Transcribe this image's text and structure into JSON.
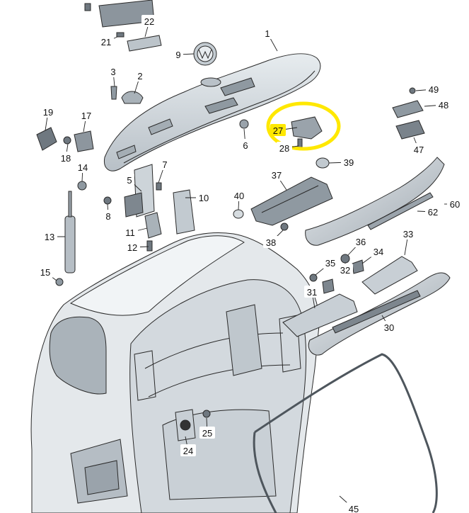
{
  "diagram": {
    "colors": {
      "background": "#ffffff",
      "part_fill": "#cfd6dc",
      "part_dark": "#7d868e",
      "outline": "#2a2a2a",
      "highlight": "#ffe800"
    },
    "highlighted_part": "27",
    "parts": [
      {
        "id": "p1",
        "label": "1"
      },
      {
        "id": "p2",
        "label": "2"
      },
      {
        "id": "p3",
        "label": "3"
      },
      {
        "id": "p5",
        "label": "5"
      },
      {
        "id": "p6",
        "label": "6"
      },
      {
        "id": "p7",
        "label": "7"
      },
      {
        "id": "p8",
        "label": "8"
      },
      {
        "id": "p9",
        "label": "9"
      },
      {
        "id": "p10",
        "label": "10"
      },
      {
        "id": "p11",
        "label": "11"
      },
      {
        "id": "p12",
        "label": "12"
      },
      {
        "id": "p13",
        "label": "13"
      },
      {
        "id": "p14",
        "label": "14"
      },
      {
        "id": "p15",
        "label": "15"
      },
      {
        "id": "p17",
        "label": "17"
      },
      {
        "id": "p18",
        "label": "18"
      },
      {
        "id": "p19",
        "label": "19"
      },
      {
        "id": "p21",
        "label": "21"
      },
      {
        "id": "p22",
        "label": "22"
      },
      {
        "id": "p24",
        "label": "24"
      },
      {
        "id": "p25",
        "label": "25"
      },
      {
        "id": "p27",
        "label": "27"
      },
      {
        "id": "p28",
        "label": "28"
      },
      {
        "id": "p30",
        "label": "30"
      },
      {
        "id": "p31",
        "label": "31"
      },
      {
        "id": "p32",
        "label": "32"
      },
      {
        "id": "p33",
        "label": "33"
      },
      {
        "id": "p34",
        "label": "34"
      },
      {
        "id": "p35",
        "label": "35"
      },
      {
        "id": "p36",
        "label": "36"
      },
      {
        "id": "p37",
        "label": "37"
      },
      {
        "id": "p38",
        "label": "38"
      },
      {
        "id": "p39",
        "label": "39"
      },
      {
        "id": "p40",
        "label": "40"
      },
      {
        "id": "p45",
        "label": "45"
      },
      {
        "id": "p47",
        "label": "47"
      },
      {
        "id": "p48",
        "label": "48"
      },
      {
        "id": "p49",
        "label": "49"
      },
      {
        "id": "p60",
        "label": "60"
      },
      {
        "id": "p62",
        "label": "62"
      }
    ]
  }
}
